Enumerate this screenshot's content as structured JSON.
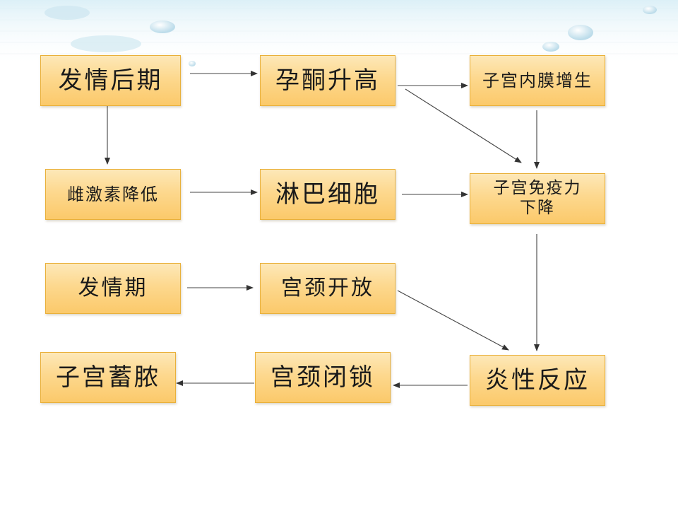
{
  "diagram": {
    "nodes": {
      "late_estrus": "发情后期",
      "progesterone_rise": "孕酮升高",
      "endometrium_hyperplasia": "子宫内膜增生",
      "estrogen_drop": "雌激素降低",
      "lymphocyte": "淋巴细胞",
      "uterine_immunity_drop": "子宫免疫力下降",
      "estrus": "发情期",
      "cervix_open": "宫颈开放",
      "inflammation": "炎性反应",
      "pyometra": "子宫蓄脓",
      "cervix_closed": "宫颈闭锁"
    }
  }
}
